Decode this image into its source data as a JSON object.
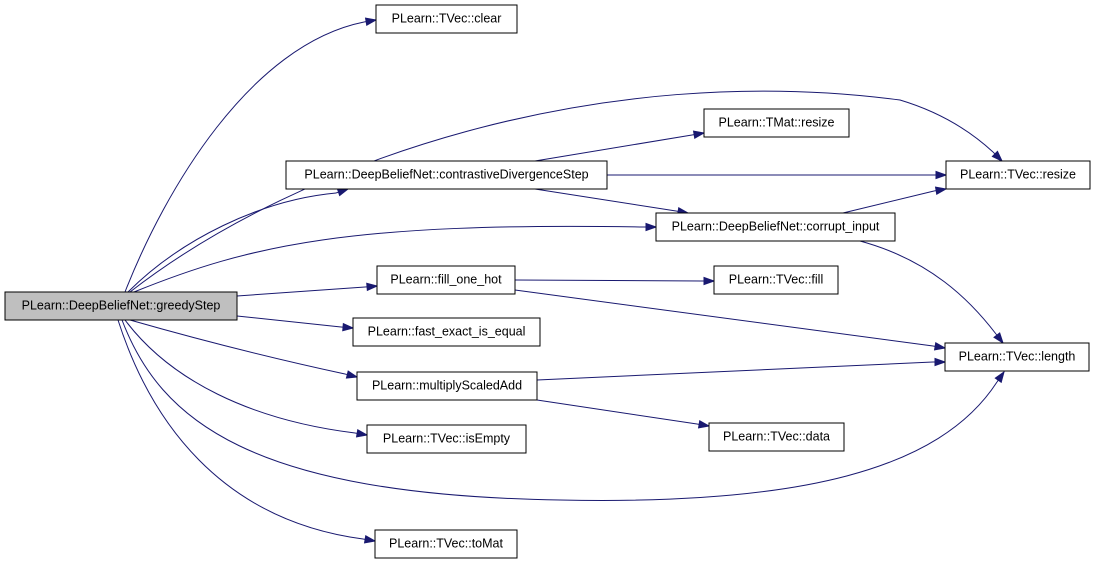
{
  "diagram": {
    "colors": {
      "edge": "#191970",
      "root_fill": "#bfbfbf",
      "node_fill": "#ffffff",
      "node_border": "#000000"
    },
    "nodes": [
      {
        "id": "greedyStep",
        "label": "PLearn::DeepBeliefNet::greedyStep",
        "root": true
      },
      {
        "id": "clear",
        "label": "PLearn::TVec::clear"
      },
      {
        "id": "contrastive",
        "label": "PLearn::DeepBeliefNet::contrastiveDivergenceStep"
      },
      {
        "id": "tmatresize",
        "label": "PLearn::TMat::resize"
      },
      {
        "id": "tvecresize",
        "label": "PLearn::TVec::resize"
      },
      {
        "id": "corrupt",
        "label": "PLearn::DeepBeliefNet::corrupt_input"
      },
      {
        "id": "fillonehot",
        "label": "PLearn::fill_one_hot"
      },
      {
        "id": "fill",
        "label": "PLearn::TVec::fill"
      },
      {
        "id": "fastexact",
        "label": "PLearn::fast_exact_is_equal"
      },
      {
        "id": "length",
        "label": "PLearn::TVec::length"
      },
      {
        "id": "multiply",
        "label": "PLearn::multiplyScaledAdd"
      },
      {
        "id": "data",
        "label": "PLearn::TVec::data"
      },
      {
        "id": "isempty",
        "label": "PLearn::TVec::isEmpty"
      },
      {
        "id": "tomat",
        "label": "PLearn::TVec::toMat"
      }
    ],
    "edges": [
      {
        "from": "greedyStep",
        "to": "clear"
      },
      {
        "from": "greedyStep",
        "to": "tvecresize"
      },
      {
        "from": "greedyStep",
        "to": "contrastive"
      },
      {
        "from": "greedyStep",
        "to": "corrupt"
      },
      {
        "from": "greedyStep",
        "to": "fillonehot"
      },
      {
        "from": "greedyStep",
        "to": "fastexact"
      },
      {
        "from": "greedyStep",
        "to": "multiply"
      },
      {
        "from": "greedyStep",
        "to": "isempty"
      },
      {
        "from": "greedyStep",
        "to": "length"
      },
      {
        "from": "greedyStep",
        "to": "tomat"
      },
      {
        "from": "contrastive",
        "to": "tmatresize"
      },
      {
        "from": "contrastive",
        "to": "tvecresize"
      },
      {
        "from": "contrastive",
        "to": "corrupt"
      },
      {
        "from": "corrupt",
        "to": "tvecresize"
      },
      {
        "from": "corrupt",
        "to": "length"
      },
      {
        "from": "fillonehot",
        "to": "fill"
      },
      {
        "from": "fillonehot",
        "to": "length"
      },
      {
        "from": "multiply",
        "to": "length"
      },
      {
        "from": "multiply",
        "to": "data"
      }
    ]
  }
}
